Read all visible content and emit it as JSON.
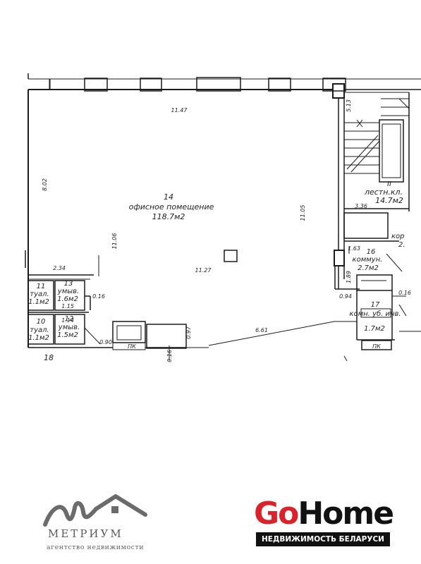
{
  "plan": {
    "rooms": [
      {
        "id": "room-14",
        "number": "14",
        "name": "офисное помещение",
        "area": "118.7м2"
      },
      {
        "id": "room-11",
        "number": "11",
        "name": "туал.",
        "area": "1.1м2"
      },
      {
        "id": "room-13",
        "number": "13",
        "name": "умыв.",
        "area": "1.6м2"
      },
      {
        "id": "room-10",
        "number": "10",
        "name": "туал.",
        "area": "1.1м2"
      },
      {
        "id": "room-12",
        "number": "12",
        "name": "умыв.",
        "area": "1.5м2"
      },
      {
        "id": "room-ii",
        "number": "II",
        "name": "лестн.кл.",
        "area": "14.7м2"
      },
      {
        "id": "room-16",
        "number": "16",
        "name": "коммун.",
        "area": "2.7м2"
      },
      {
        "id": "room-17",
        "number": "17",
        "name": "комн. уб. инв.",
        "area": "1.7м2"
      },
      {
        "id": "room-koridor",
        "number": "",
        "name": "кор",
        "area": "2."
      }
    ],
    "dimensions": [
      "11.47",
      "8.02",
      "11.06",
      "11.05",
      "11.27",
      "2.34",
      "0.16",
      "1.15",
      "1.14",
      "0.90",
      "0.16",
      "0.97",
      "6.61",
      "5.13",
      "3.36",
      "1.63",
      "1.89",
      "0.94",
      "0.16"
    ],
    "labels": {
      "pk_left": "ПК",
      "pk_right": "ПК",
      "neighbor": "18"
    }
  },
  "logos": {
    "metrium": {
      "name": "МЕТРИУМ",
      "tagline": "агентство недвижимости"
    },
    "gohome": {
      "go": "Go",
      "home": "Home",
      "tagline": "НЕДВИЖИМОСТЬ БЕЛАРУСИ"
    }
  },
  "colors": {
    "line": "#1a1a1a",
    "gohome_red": "#d8232a",
    "gohome_black": "#111111",
    "metrium_gray": "#6b6b6b"
  }
}
